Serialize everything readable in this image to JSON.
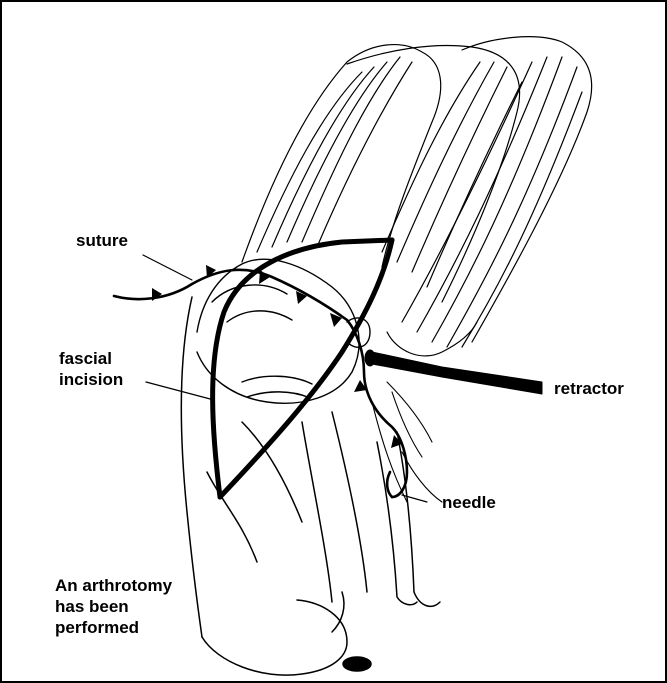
{
  "labels": {
    "suture": "suture",
    "fascial_line1": "fascial",
    "fascial_line2": "incision",
    "retractor": "retractor",
    "needle": "needle"
  },
  "caption": {
    "line1": "An arthrotomy",
    "line2": "has been",
    "line3": "performed"
  }
}
